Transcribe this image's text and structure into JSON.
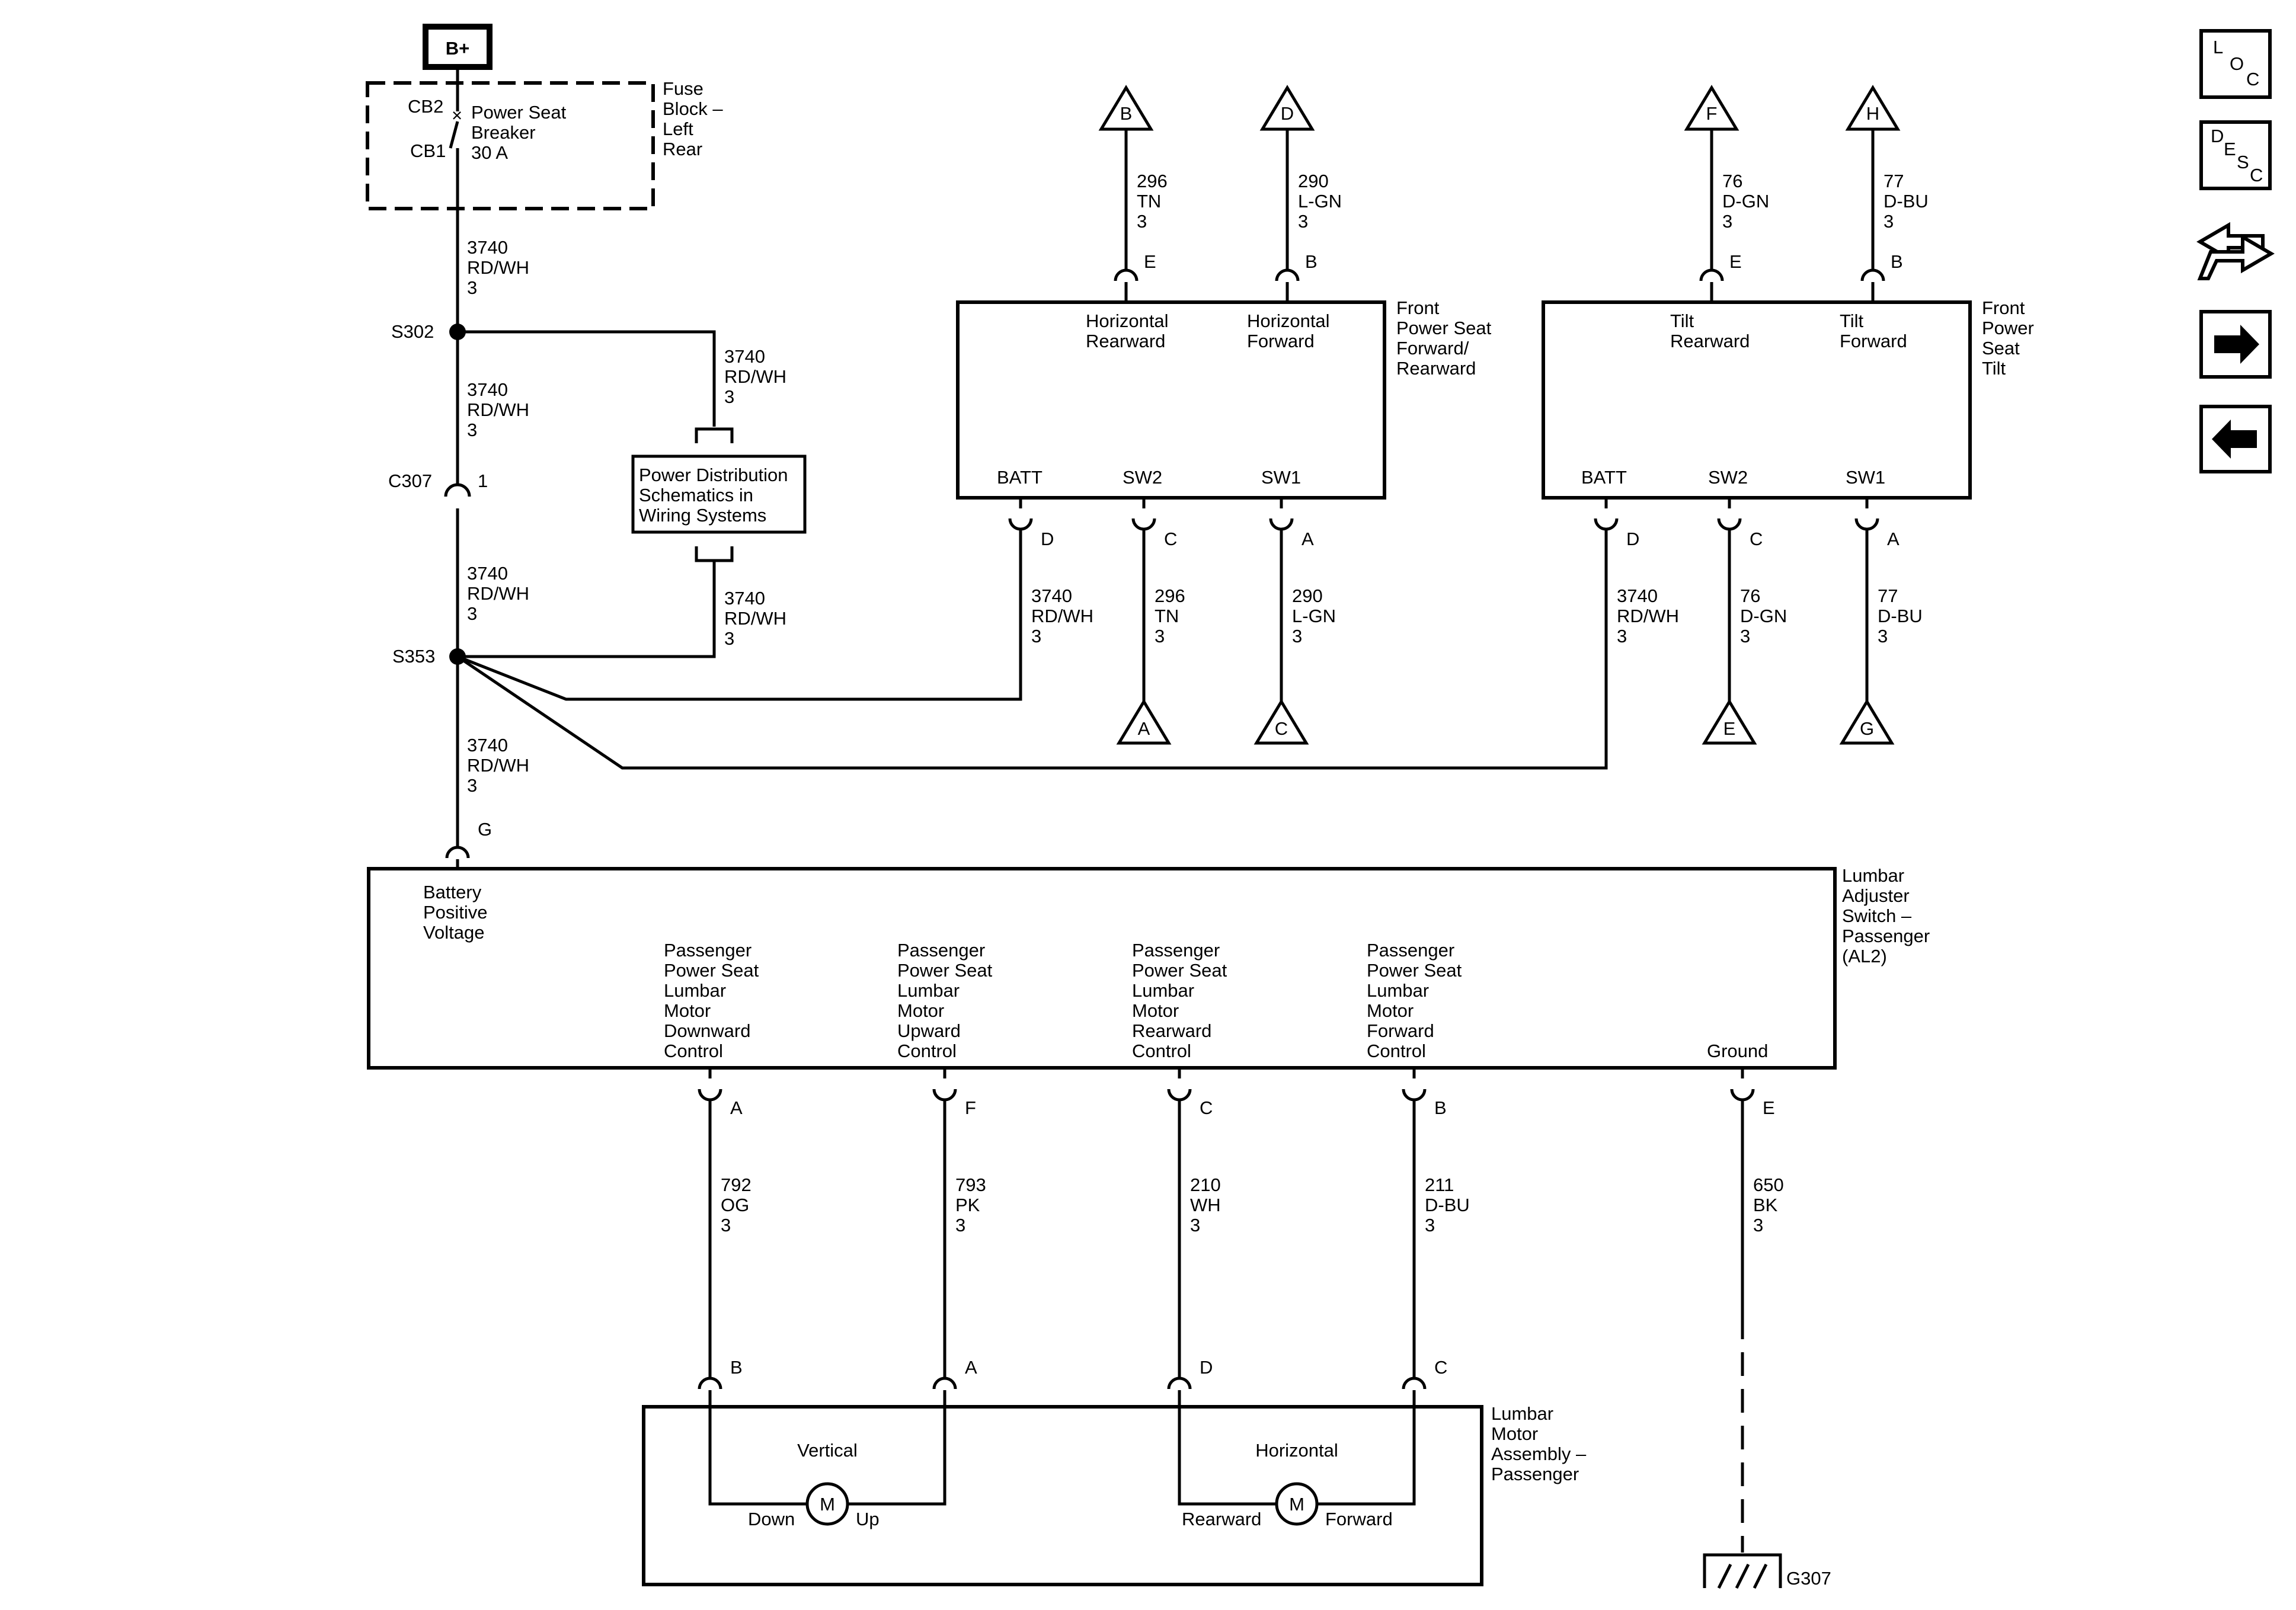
{
  "top": {
    "bplus": "B+",
    "cb2": "CB2",
    "cb1": "CB1",
    "breaker": [
      "Power Seat",
      "Breaker",
      "30 A"
    ],
    "fuse_block": [
      "Fuse",
      "Block –",
      "Left",
      "Rear"
    ]
  },
  "splices": {
    "s302": "S302",
    "s353": "S353",
    "c307": "C307",
    "c307_pin": "1"
  },
  "wires": {
    "w1": [
      "3740",
      "RD/WH",
      "3"
    ],
    "w2": [
      "3740",
      "RD/WH",
      "3"
    ],
    "w3": [
      "3740",
      "RD/WH",
      "3"
    ],
    "w4": [
      "3740",
      "RD/WH",
      "3"
    ],
    "pd_top": [
      "3740",
      "RD/WH",
      "3"
    ],
    "pd_bottom": [
      "3740",
      "RD/WH",
      "3"
    ]
  },
  "power_dist": [
    "Power Distribution",
    "Schematics in",
    "Wiring Systems"
  ],
  "fwd_switch": {
    "title": [
      "Front",
      "Power Seat",
      "Forward/",
      "Rearward"
    ],
    "labels": {
      "hr": [
        "Horizontal",
        "Rearward"
      ],
      "hf": [
        "Horizontal",
        "Forward"
      ],
      "batt": "BATT",
      "sw2": "SW2",
      "sw1": "SW1"
    },
    "pins": {
      "e": "E",
      "b": "B",
      "d": "D",
      "c": "C",
      "a": "A"
    },
    "wire_top_e": [
      "296",
      "TN",
      "3"
    ],
    "wire_top_b": [
      "290",
      "L-GN",
      "3"
    ],
    "wire_batt": [
      "3740",
      "RD/WH",
      "3"
    ],
    "wire_c": [
      "296",
      "TN",
      "3"
    ],
    "wire_a": [
      "290",
      "L-GN",
      "3"
    ],
    "tri_top_e": "B",
    "tri_top_b": "D",
    "tri_bot_c": "A",
    "tri_bot_a": "C"
  },
  "tilt_switch": {
    "title": [
      "Front",
      "Power",
      "Seat",
      "Tilt"
    ],
    "labels": {
      "tr": [
        "Tilt",
        "Rearward"
      ],
      "tf": [
        "Tilt",
        "Forward"
      ],
      "batt": "BATT",
      "sw2": "SW2",
      "sw1": "SW1"
    },
    "pins": {
      "e": "E",
      "b": "B",
      "d": "D",
      "c": "C",
      "a": "A"
    },
    "wire_top_e": [
      "76",
      "D-GN",
      "3"
    ],
    "wire_top_b": [
      "77",
      "D-BU",
      "3"
    ],
    "wire_batt": [
      "3740",
      "RD/WH",
      "3"
    ],
    "wire_c": [
      "76",
      "D-GN",
      "3"
    ],
    "wire_a": [
      "77",
      "D-BU",
      "3"
    ],
    "tri_top_e": "F",
    "tri_top_b": "H",
    "tri_bot_c": "E",
    "tri_bot_a": "G"
  },
  "lumbar_switch": {
    "title": [
      "Lumbar",
      "Adjuster",
      "Switch –",
      "Passenger",
      "(AL2)"
    ],
    "pin_g": "G",
    "battery": [
      "Battery",
      "Positive",
      "Voltage"
    ],
    "col1": [
      "Passenger",
      "Power Seat",
      "Lumbar",
      "Motor",
      "Downward",
      "Control"
    ],
    "col2": [
      "Passenger",
      "Power Seat",
      "Lumbar",
      "Motor",
      "Upward",
      "Control"
    ],
    "col3": [
      "Passenger",
      "Power Seat",
      "Lumbar",
      "Motor",
      "Rearward",
      "Control"
    ],
    "col4": [
      "Passenger",
      "Power Seat",
      "Lumbar",
      "Motor",
      "Forward",
      "Control"
    ],
    "ground": "Ground",
    "out_pins": [
      "A",
      "F",
      "C",
      "B",
      "E"
    ],
    "out_wires": [
      [
        "792",
        "OG",
        "3"
      ],
      [
        "793",
        "PK",
        "3"
      ],
      [
        "210",
        "WH",
        "3"
      ],
      [
        "211",
        "D-BU",
        "3"
      ],
      [
        "650",
        "BK",
        "3"
      ]
    ]
  },
  "motor_assembly": {
    "title": [
      "Lumbar",
      "Motor",
      "Assembly –",
      "Passenger"
    ],
    "in_pins": [
      "B",
      "A",
      "D",
      "C"
    ],
    "vertical": "Vertical",
    "horizontal": "Horizontal",
    "down": "Down",
    "up": "Up",
    "rearward": "Rearward",
    "forward": "Forward",
    "motor": "M"
  },
  "ground_label": "G307",
  "side_buttons": {
    "loc": [
      "L",
      "O",
      "C"
    ],
    "desc": [
      "D",
      "E",
      "S",
      "C"
    ]
  }
}
